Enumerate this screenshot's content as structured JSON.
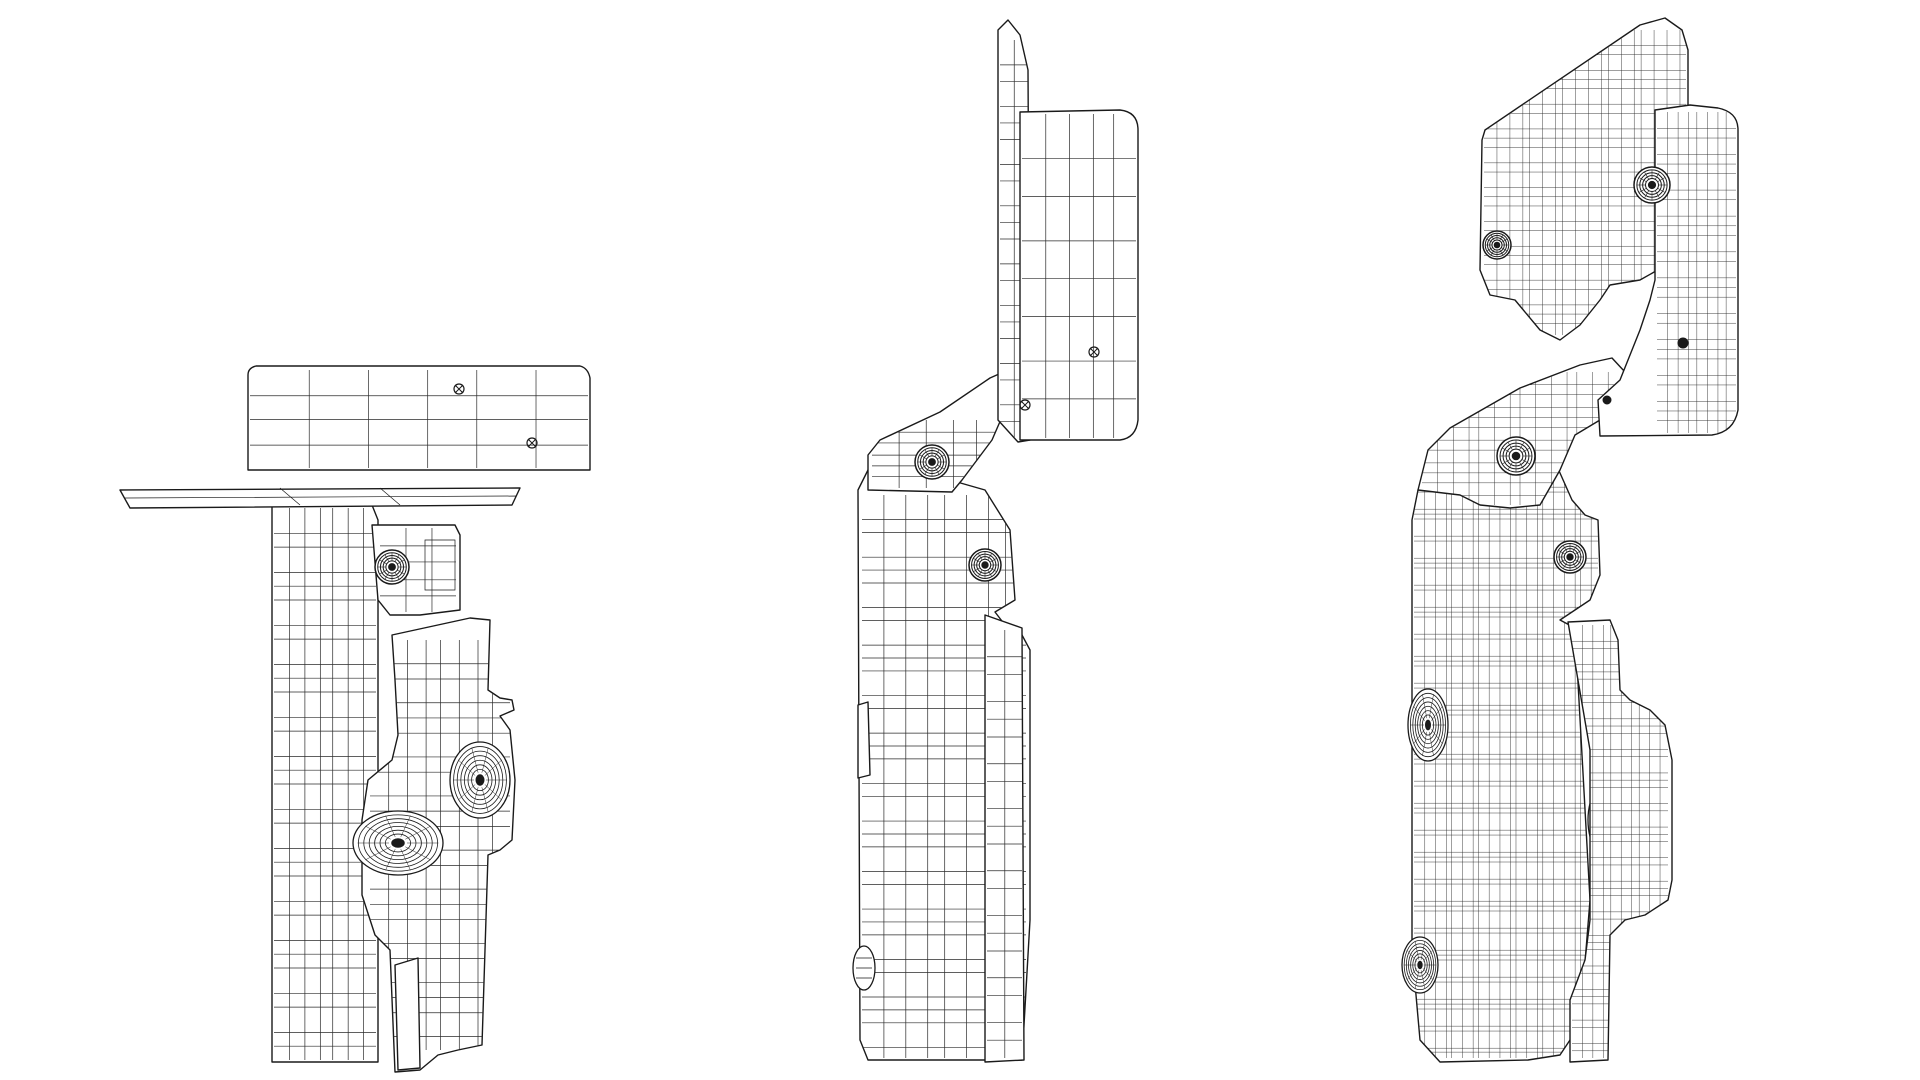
{
  "colors": {
    "background": "#ffffff",
    "wire": "#1a1a1a",
    "mesh": "#2a2a2a"
  },
  "views": [
    {
      "id": "collapsed",
      "state": "closed"
    },
    {
      "id": "half-open",
      "state": "partially-open"
    },
    {
      "id": "open",
      "state": "open"
    }
  ]
}
